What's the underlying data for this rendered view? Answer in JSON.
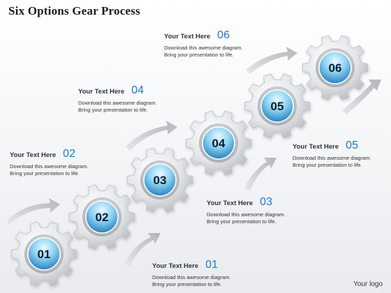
{
  "title": "Six Options Gear Process",
  "logo": "Your logo",
  "colors": {
    "accent_blue": "#1f78c8",
    "gear_face_light": "#c6ecfb",
    "gear_face_dark": "#1a76b8",
    "gear_body": "#d9dbde",
    "arrow": "#c4c6c9"
  },
  "gears": [
    {
      "id": "01",
      "label": "01"
    },
    {
      "id": "02",
      "label": "02"
    },
    {
      "id": "03",
      "label": "03"
    },
    {
      "id": "04",
      "label": "04"
    },
    {
      "id": "05",
      "label": "05"
    },
    {
      "id": "06",
      "label": "06"
    }
  ],
  "steps": [
    {
      "title": "Your Text Here",
      "number": "01",
      "line1": "Download this awesome diagram.",
      "line2": "Bring your presentation to life."
    },
    {
      "title": "Your Text Here",
      "number": "02",
      "line1": "Download this awesome diagram.",
      "line2": "Bring your presentation to life."
    },
    {
      "title": "Your Text Here",
      "number": "03",
      "line1": "Download this awesome diagram.",
      "line2": "Bring your presentation to life."
    },
    {
      "title": "Your Text Here",
      "number": "04",
      "line1": "Download this awesome diagram.",
      "line2": "Bring your presentation to life."
    },
    {
      "title": "Your Text Here",
      "number": "05",
      "line1": "Download this awesome diagram.",
      "line2": "Bring your presentation to life."
    },
    {
      "title": "Your Text Here",
      "number": "06",
      "line1": "Download this awesome diagram.",
      "line2": "Bring your presentation to life."
    }
  ]
}
